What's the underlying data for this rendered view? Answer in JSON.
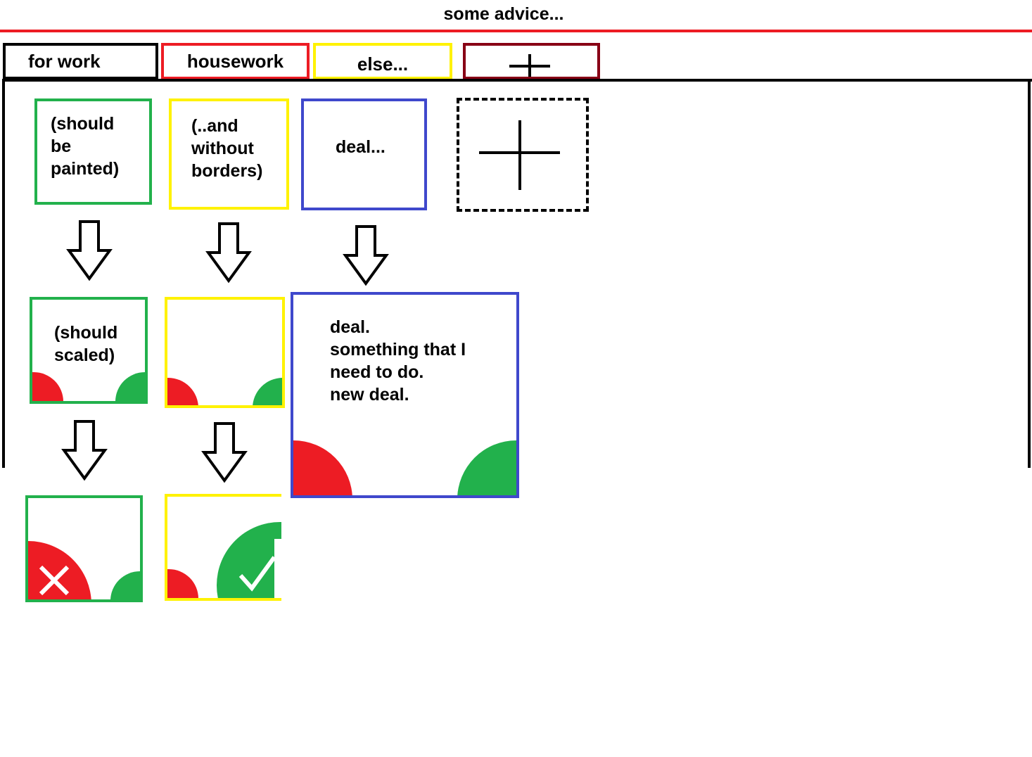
{
  "header": {
    "title": "some advice..."
  },
  "tabs": [
    {
      "label": "for work",
      "color": "#000000"
    },
    {
      "label": "housework",
      "color": "#ed1c24"
    },
    {
      "label": "else...",
      "color": "#fff200"
    },
    {
      "label": "",
      "icon": "plus-icon",
      "color": "#880015"
    }
  ],
  "cards": {
    "green_top": {
      "text": "(should\nbe\npainted)",
      "color": "#22b14c"
    },
    "yellow_top": {
      "text": "(..and\nwithout\nborders)",
      "color": "#fff200"
    },
    "blue_top": {
      "text": "deal...",
      "color": "#3f48cc"
    },
    "add_card": {
      "icon": "plus-icon"
    },
    "green_mid": {
      "text": "(should\nscaled)"
    },
    "blue_large": {
      "text": "deal.\nsomething that I\nneed to do.\nnew deal."
    }
  },
  "action_colors": {
    "delete": "#ed1c24",
    "done": "#22b14c"
  },
  "icons": [
    "plus-icon",
    "down-arrow-icon",
    "close-icon",
    "checkmark-icon"
  ]
}
